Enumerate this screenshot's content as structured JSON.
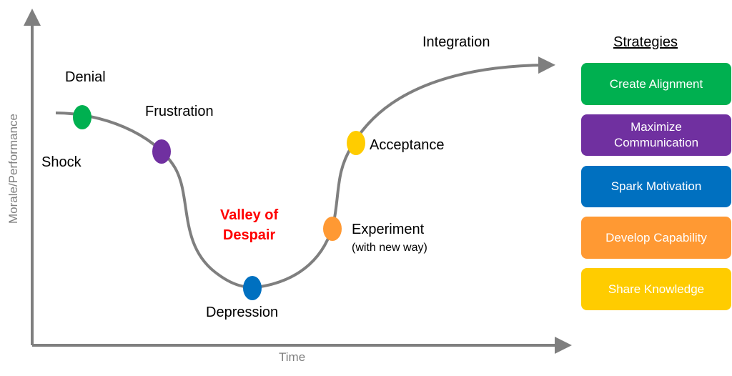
{
  "axes": {
    "y_label": "Morale/Performance",
    "x_label": "Time"
  },
  "stages": {
    "shock": "Shock",
    "denial": "Denial",
    "frustration": "Frustration",
    "valley_line1": "Valley of",
    "valley_line2": "Despair",
    "depression": "Depression",
    "experiment": "Experiment",
    "experiment_note": "(with new way)",
    "acceptance": "Acceptance",
    "integration": "Integration"
  },
  "strategies": {
    "title": "Strategies",
    "items": [
      {
        "label": "Create Alignment",
        "color": "#00b050"
      },
      {
        "label": "Maximize Communication",
        "color": "#7030a0"
      },
      {
        "label": "Spark Motivation",
        "color": "#0070c0"
      },
      {
        "label": "Develop Capability",
        "color": "#ff9933"
      },
      {
        "label": "Share Knowledge",
        "color": "#ffcc00"
      }
    ]
  },
  "colors": {
    "curve": "#7f7f7f",
    "valley": "#ff0000",
    "denial": "#00b050",
    "frustration": "#7030a0",
    "depression": "#0070c0",
    "experiment": "#ff9933",
    "acceptance": "#ffcc00"
  }
}
